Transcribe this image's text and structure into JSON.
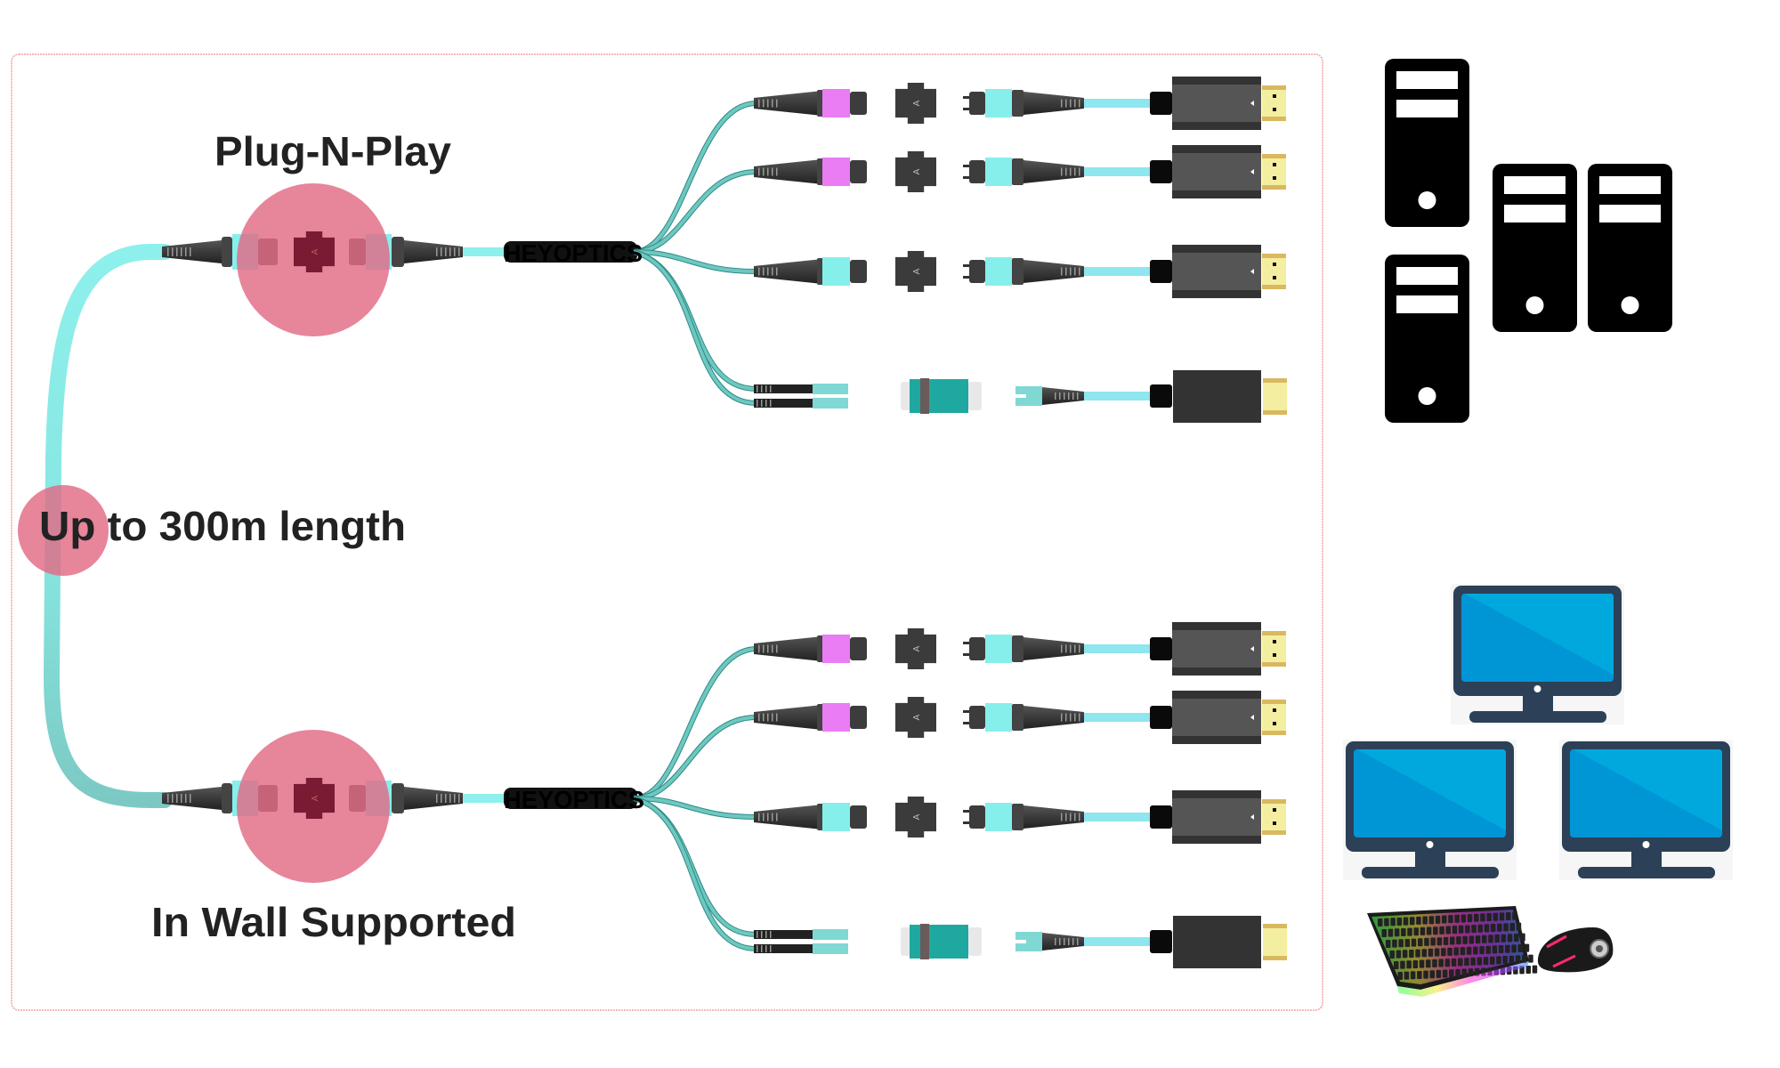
{
  "labels": {
    "plug_n_play": "Plug-N-Play",
    "length": "Up to 300m length",
    "in_wall": "In Wall Supported",
    "brand_top": "HEYOPTICS",
    "brand_bottom": "HEYOPTICS",
    "adapter_mark": "A"
  },
  "colors": {
    "frame_border": "#f4a0a0",
    "highlight_circle": "#e26a85",
    "aqua_cable": "#8ef0ec",
    "teal_cable": "#6ec8c0",
    "mpo_pink_band": "#ea7cf4",
    "mpo_aqua_band": "#86efeb",
    "connector_dark": "#3a3a3a",
    "hdmi_gold": "#f4eea0",
    "server_black": "#000000",
    "monitor_bezel": "#2c4157",
    "monitor_screen": "#0096d6"
  },
  "groups": [
    {
      "name": "plug-n-play",
      "rows": [
        {
          "type": "mpo",
          "band": "pink"
        },
        {
          "type": "mpo",
          "band": "pink"
        },
        {
          "type": "mpo",
          "band": "aqua"
        },
        {
          "type": "lc-duplex",
          "band": "aqua"
        }
      ]
    },
    {
      "name": "in-wall",
      "rows": [
        {
          "type": "mpo",
          "band": "pink"
        },
        {
          "type": "mpo",
          "band": "pink"
        },
        {
          "type": "mpo",
          "band": "aqua"
        },
        {
          "type": "lc-duplex",
          "band": "aqua"
        }
      ]
    }
  ],
  "icons": {
    "servers": [
      "server-tower-icon",
      "server-tower-icon",
      "server-tower-icon",
      "server-tower-icon"
    ],
    "monitors": [
      "desktop-monitor-icon",
      "desktop-monitor-icon",
      "desktop-monitor-icon"
    ],
    "peripherals": [
      "keyboard-icon",
      "mouse-icon"
    ]
  }
}
